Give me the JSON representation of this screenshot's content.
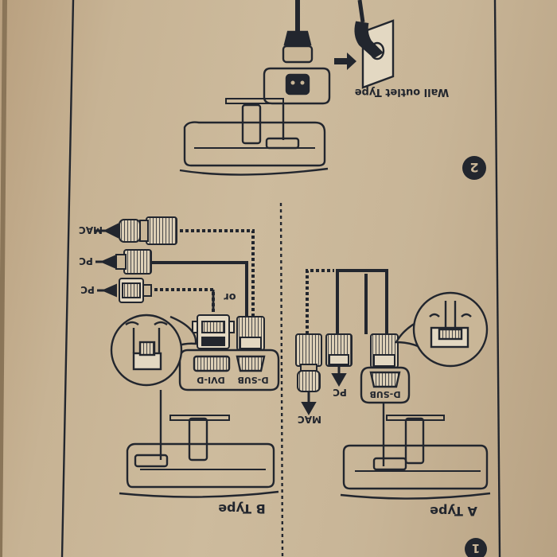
{
  "step_one": {
    "number": "1"
  },
  "step_two": {
    "number": "2",
    "wall_outlet_label": "Wall outlet Type"
  },
  "a_type": {
    "title": "A Type",
    "port_label": "D-SUB",
    "cable_labels": {
      "pc": "PC",
      "mac": "MAC"
    }
  },
  "b_type": {
    "title": "B Type",
    "port_labels": {
      "dsub": "D-SUB",
      "dvi": "DVI-D"
    },
    "or_label": "or",
    "cable_labels": {
      "mac": "MAC",
      "pc_top": "PC",
      "pc_bottom": "PC"
    }
  },
  "colors": {
    "ink": "#22262e",
    "paper": "#c9b697"
  }
}
